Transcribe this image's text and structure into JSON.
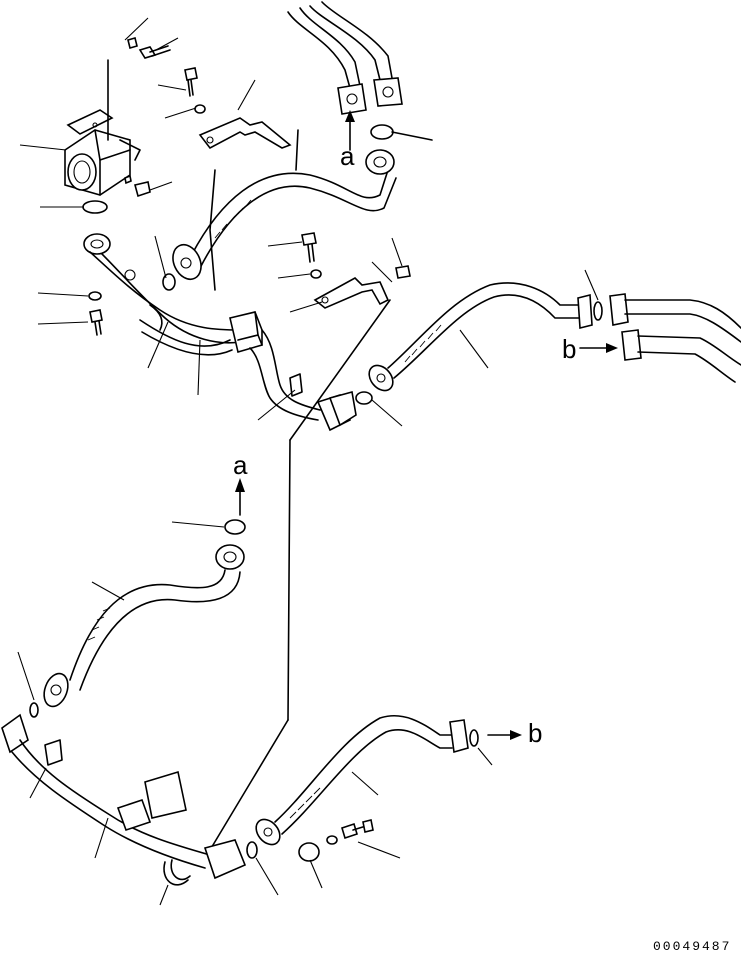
{
  "callouts": {
    "a_top": "a",
    "b_right": "b",
    "a_middle": "a",
    "b_bottom": "b"
  },
  "drawing_number": "00049487"
}
